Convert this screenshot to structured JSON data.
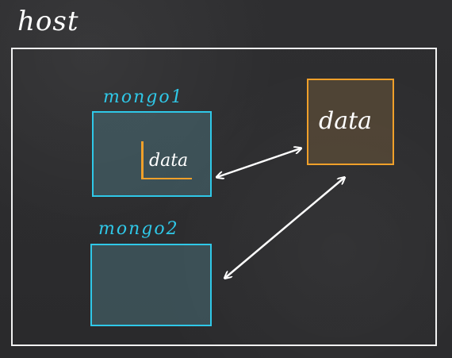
{
  "host": {
    "label": "host"
  },
  "containers": [
    {
      "label": "mongo1",
      "inner_label": "data"
    },
    {
      "label": "mongo2"
    }
  ],
  "host_volume": {
    "label": "data"
  },
  "colors": {
    "host": "#f2f2f2",
    "container": "#2fc8e8",
    "volume": "#f0a02a",
    "arrow": "#ffffff"
  },
  "icons": [
    "double-arrow-icon",
    "double-arrow-icon"
  ]
}
